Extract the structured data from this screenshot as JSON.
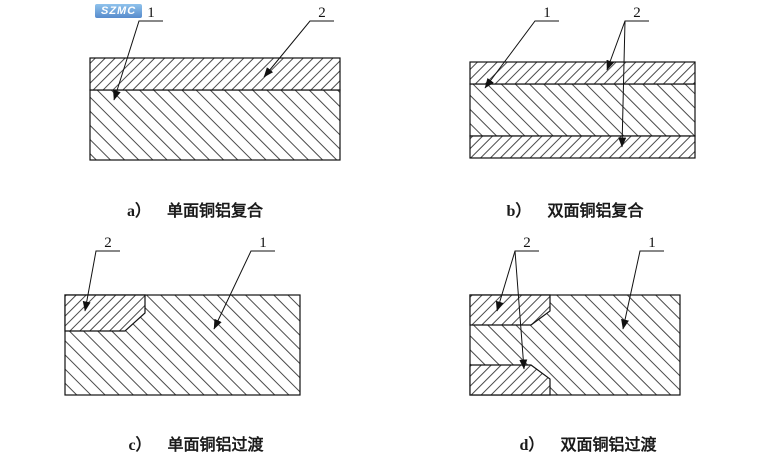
{
  "logo": {
    "text": "SZMC",
    "bg_color": "#2e6fc0"
  },
  "colors": {
    "line": "#1a1a1a",
    "hatch": "#4a4a4a"
  },
  "figures": [
    {
      "key": "a",
      "caption_letter": "a）",
      "caption_text": "单面铜铝复合",
      "label_aluminum": "1",
      "label_copper": "2"
    },
    {
      "key": "b",
      "caption_letter": "b）",
      "caption_text": "双面铜铝复合",
      "label_aluminum": "1",
      "label_copper": "2"
    },
    {
      "key": "c",
      "caption_letter": "c）",
      "caption_text": "单面铜铝过渡",
      "label_aluminum": "1",
      "label_copper": "2"
    },
    {
      "key": "d",
      "caption_letter": "d）",
      "caption_text": "双面铜铝过渡",
      "label_aluminum": "1",
      "label_copper": "2"
    }
  ]
}
